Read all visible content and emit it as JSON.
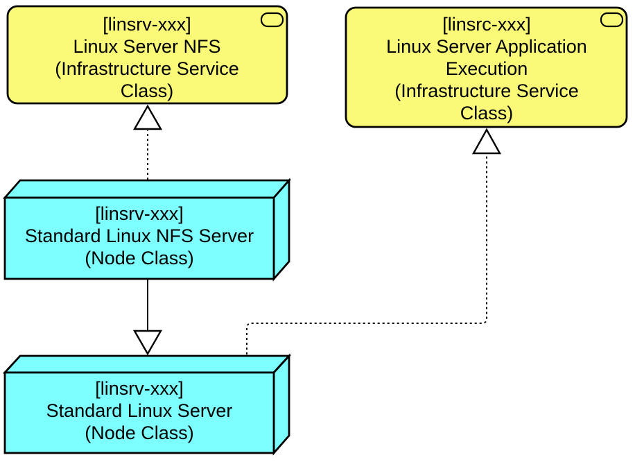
{
  "colors": {
    "background": "#FFFFFF",
    "service_fill": "#FAFA78",
    "node_fill": "#7DFFFF",
    "outline": "#000000",
    "text": "#000000"
  },
  "elements": {
    "service_nfs": {
      "lines": [
        "[linsrv-xxx]",
        "Linux Server NFS",
        "(Infrastructure Service",
        "Class)"
      ]
    },
    "service_app_exec": {
      "lines": [
        "[linsrc-xxx]",
        "Linux Server Application",
        "Execution",
        "(Infrastructure Service",
        "Class)"
      ]
    },
    "node_nfs_server": {
      "lines": [
        "[linsrv-xxx]",
        "Standard Linux NFS Server",
        "(Node Class)"
      ]
    },
    "node_standard_server": {
      "lines": [
        "[linsrv-xxx]",
        "Standard Linux Server",
        "(Node Class)"
      ]
    }
  },
  "relationships": [
    {
      "type": "realization",
      "from": "Standard Linux NFS Server (Node Class)",
      "to": "Linux Server NFS (Infrastructure Service Class)",
      "line": "dotted",
      "arrowhead": "hollow-triangle"
    },
    {
      "type": "specialization",
      "from": "Standard Linux NFS Server (Node Class)",
      "to": "Standard Linux Server (Node Class)",
      "line": "solid",
      "arrowhead": "hollow-triangle"
    },
    {
      "type": "realization",
      "from": "Standard Linux Server (Node Class)",
      "to": "Linux Server Application Execution (Infrastructure Service Class)",
      "line": "dotted",
      "arrowhead": "hollow-triangle"
    }
  ]
}
